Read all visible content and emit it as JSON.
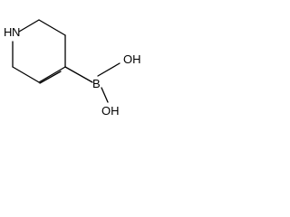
{
  "molecule": {
    "atoms": {
      "nitrogen_h": "H",
      "nitrogen": "N",
      "boron": "B",
      "hydroxyl_upper": "OH",
      "hydroxyl_lower": "OH"
    }
  }
}
